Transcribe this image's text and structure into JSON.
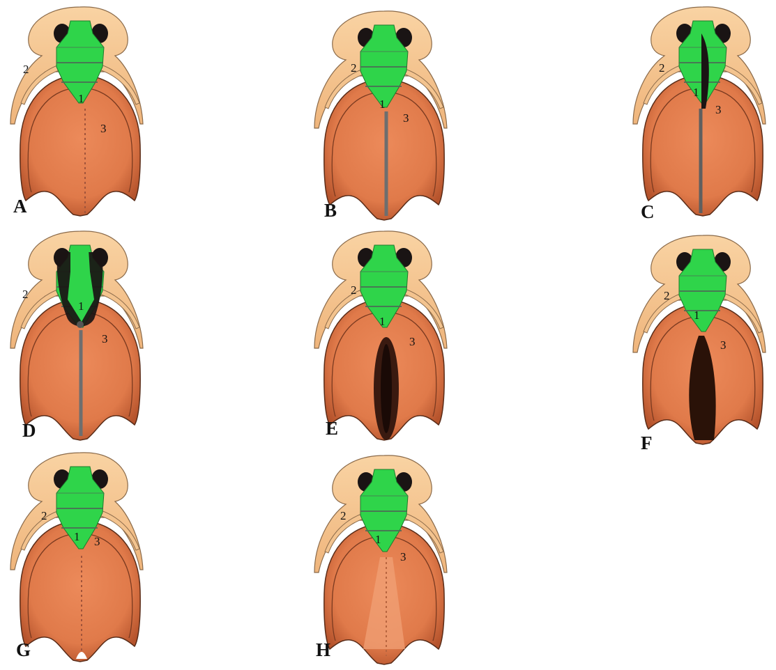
{
  "panels": [
    {
      "letter": "A",
      "variant": "dotted"
    },
    {
      "letter": "B",
      "variant": "line"
    },
    {
      "letter": "C",
      "variant": "line-dark"
    },
    {
      "letter": "D",
      "variant": "line-black"
    },
    {
      "letter": "E",
      "variant": "open"
    },
    {
      "letter": "F",
      "variant": "open-wide"
    },
    {
      "letter": "G",
      "variant": "dotted-notch"
    },
    {
      "letter": "H",
      "variant": "light-band"
    }
  ],
  "part_labels": {
    "one": "1",
    "two": "2",
    "three": "3"
  },
  "colors": {
    "green": "#2fd44a",
    "peach": "#f7c893",
    "orange": "#e0794a",
    "dark": "#1a1414"
  }
}
